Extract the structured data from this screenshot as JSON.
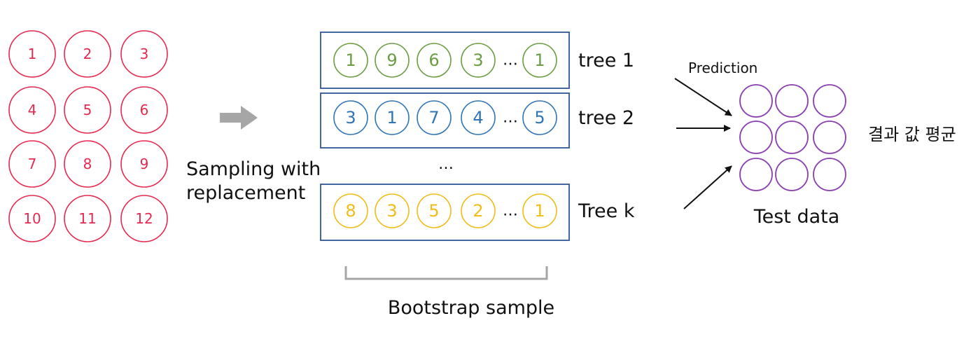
{
  "population": {
    "color": "#e8294f",
    "items": [
      "1",
      "2",
      "3",
      "4",
      "5",
      "6",
      "7",
      "8",
      "9",
      "10",
      "11",
      "12"
    ]
  },
  "sampling_arrow_icon": "right-arrow",
  "sampling_label": [
    "Sampling with",
    "replacement"
  ],
  "bootstrap_sets": [
    {
      "label": "tree 1",
      "color": "#6a9d43",
      "items": [
        "1",
        "9",
        "6",
        "3",
        "1"
      ]
    },
    {
      "label": "tree 2",
      "color": "#2f74b5",
      "items": [
        "3",
        "1",
        "7",
        "4",
        "5"
      ]
    },
    {
      "label": "Tree k",
      "color": "#f2bc16",
      "items": [
        "8",
        "3",
        "5",
        "2",
        "1"
      ]
    }
  ],
  "ellipsis": "…",
  "vertical_ellipsis": "…",
  "box_border_color": "#2f5597",
  "bootstrap_sample_label": "Bootstrap sample",
  "prediction_label": "Prediction",
  "test_data": {
    "label": "Test data",
    "color": "#8a3fb0",
    "rows": 3,
    "cols": 3
  },
  "result_label": "결과 값 평균"
}
